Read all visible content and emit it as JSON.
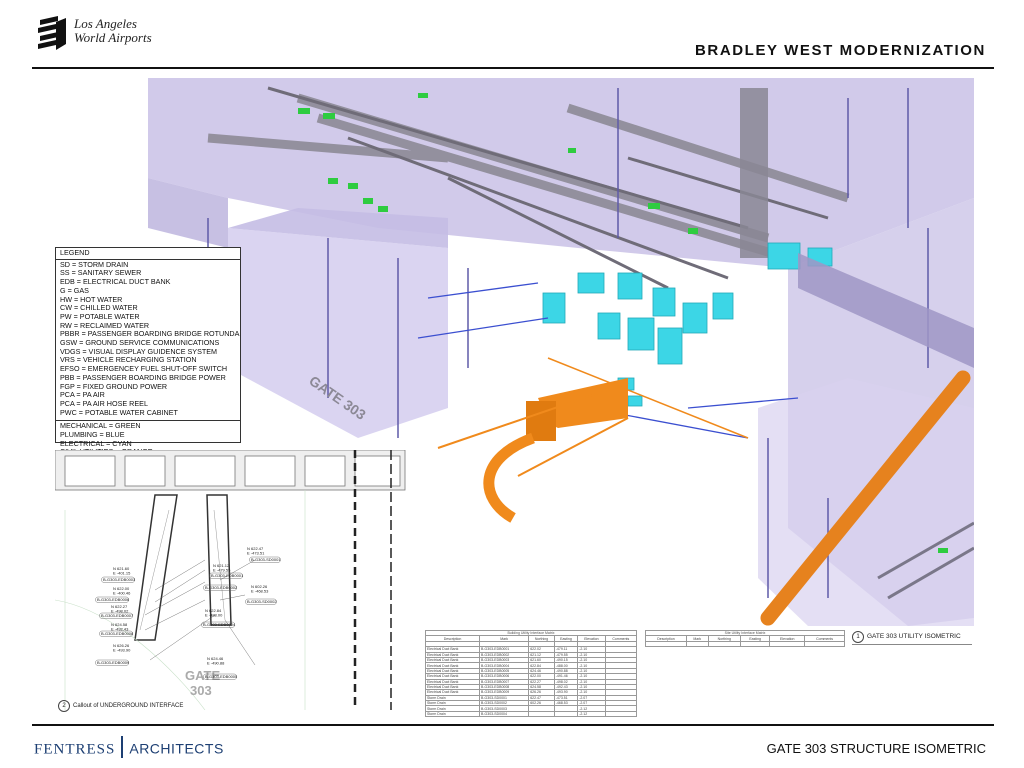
{
  "header": {
    "logo_line1": "Los Angeles",
    "logo_line2": "World Airports",
    "project_title": "BRADLEY WEST MODERNIZATION"
  },
  "legend": {
    "title": "LEGEND",
    "items": [
      "SD = STORM DRAIN",
      "SS = SANITARY SEWER",
      "EDB = ELECTRICAL DUCT BANK",
      "G = GAS",
      "HW = HOT WATER",
      "CW = CHILLED WATER",
      "PW = POTABLE WATER",
      "RW = RECLAIMED WATER",
      "PBBR = PASSENGER BOARDING BRIDGE ROTUNDA",
      "GSW = GROUND SERVICE COMMUNICATIONS",
      "VDGS = VISUAL DISPLAY GUIDENCE SYSTEM",
      "VRS = VEHICLE RECHARGING STATION",
      "EFSO = EMERGENCEY FUEL SHUT-OFF SWITCH",
      "PBB = PASSENGER BOARDING BRIDGE POWER",
      "FGP = FIXED GROUND POWER",
      "PCA = PA AIR",
      "PCA = PA AIR HOSE REEL",
      "PWC = POTABLE WATER CABINET"
    ],
    "color_items": [
      "MECHANICAL = GREEN",
      "PLUMBING = BLUE",
      "ELECTRICAL = CYAN",
      "CIVIL UTILITIES = ORANGE"
    ]
  },
  "isometric": {
    "gate_label": "GATE 303",
    "caption_number": "1",
    "caption": "GATE 303 UTILITY ISOMETRIC"
  },
  "plan": {
    "gate_label": "GATE 303",
    "caption_number": "2",
    "caption": "Callout of UNDERGROUND INTERFACE",
    "tags": [
      "N 621.60 / E -401.15",
      "B-G303-EDB0003",
      "N 622.00 / E -400.46",
      "B-G303-EDB0006",
      "N 622.27 / E -498.02",
      "B-G303-EDB0007",
      "N 624.58 / E -492.43",
      "B-G303-EDB0008",
      "N 626.26 / E -493.90",
      "B-G303-EDB0009",
      "N 622.47 / E -473.51",
      "B-G303-SD0001",
      "N 621.12 / E -479.55",
      "B-G303-EDB0001",
      "B-G303-EDB0002",
      "N 602.26 / E -468.53",
      "B-G303-SD0002",
      "N 622.84 / E -488.00",
      "B-G303-EDB0004",
      "N 624.46 / E -490.88",
      "B-G303-EDB0005"
    ]
  },
  "tables": {
    "building": {
      "title": "Building Utility Interface Matrix",
      "headers": [
        "Description",
        "Mark",
        "Northing",
        "Easting",
        "Elevation",
        "Comments"
      ],
      "rows": [
        [
          "Electrical Duct Bank",
          "B-G303-EDB0001",
          "622.02",
          "-479.11",
          "-2.10",
          ""
        ],
        [
          "Electrical Duct Bank",
          "B-G303-EDB0002",
          "621.12",
          "-479.55",
          "-2.10",
          ""
        ],
        [
          "Electrical Duct Bank",
          "B-G303-EDB0003",
          "621.60",
          "-490.15",
          "-2.10",
          ""
        ],
        [
          "Electrical Duct Bank",
          "B-G303-EDB0004",
          "622.84",
          "-488.00",
          "-2.10",
          ""
        ],
        [
          "Electrical Duct Bank",
          "B-G303-EDB0005",
          "624.46",
          "-490.88",
          "-2.10",
          ""
        ],
        [
          "Electrical Duct Bank",
          "B-G303-EDB0006",
          "622.00",
          "-491.46",
          "-2.10",
          ""
        ],
        [
          "Electrical Duct Bank",
          "B-G303-EDB0007",
          "622.27",
          "-498.02",
          "-2.10",
          ""
        ],
        [
          "Electrical Duct Bank",
          "B-G303-EDB0008",
          "624.58",
          "-492.43",
          "-2.10",
          ""
        ],
        [
          "Electrical Duct Bank",
          "B-G303-EDB0009",
          "626.26",
          "-493.90",
          "-2.10",
          ""
        ],
        [
          "Storm Drain",
          "B-G303-SD0001",
          "622.47",
          "-473.51",
          "-2.07",
          ""
        ],
        [
          "Storm Drain",
          "B-G303-SD0002",
          "602.26",
          "-468.53",
          "-2.07",
          ""
        ],
        [
          "Storm Drain",
          "B-G303-SD0003",
          "",
          "",
          "-2.12",
          ""
        ],
        [
          "Storm Drain",
          "B-G303-SD0004",
          "",
          "",
          "-2.12",
          ""
        ]
      ]
    },
    "site": {
      "title": "Site Utility Interface Matrix",
      "headers": [
        "Description",
        "Mark",
        "Northing",
        "Easting",
        "Elevation",
        "Comments"
      ]
    }
  },
  "footer": {
    "firm_name": "FENTRESS",
    "firm_suffix": "ARCHITECTS",
    "sheet_title": "GATE 303 STRUCTURE ISOMETRIC"
  },
  "colors": {
    "mechanical": "#2ecc40",
    "plumbing": "#3b4fd0",
    "electrical": "#3cd6e6",
    "civil": "#f08a1c",
    "building_volume": "#b7aee0",
    "firm_blue": "#1d3f73"
  }
}
